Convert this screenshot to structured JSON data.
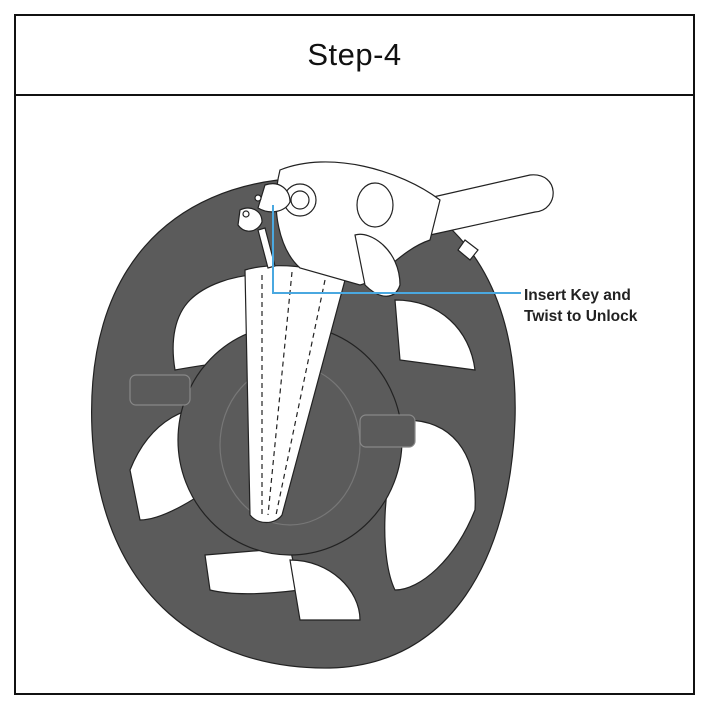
{
  "header": {
    "title": "Step-4"
  },
  "callout": {
    "line1": "Insert Key and",
    "line2": "Twist to Unlock",
    "color": "#4aa8e0"
  },
  "colors": {
    "wheel": "#5b5b5b",
    "outline": "#222222"
  }
}
